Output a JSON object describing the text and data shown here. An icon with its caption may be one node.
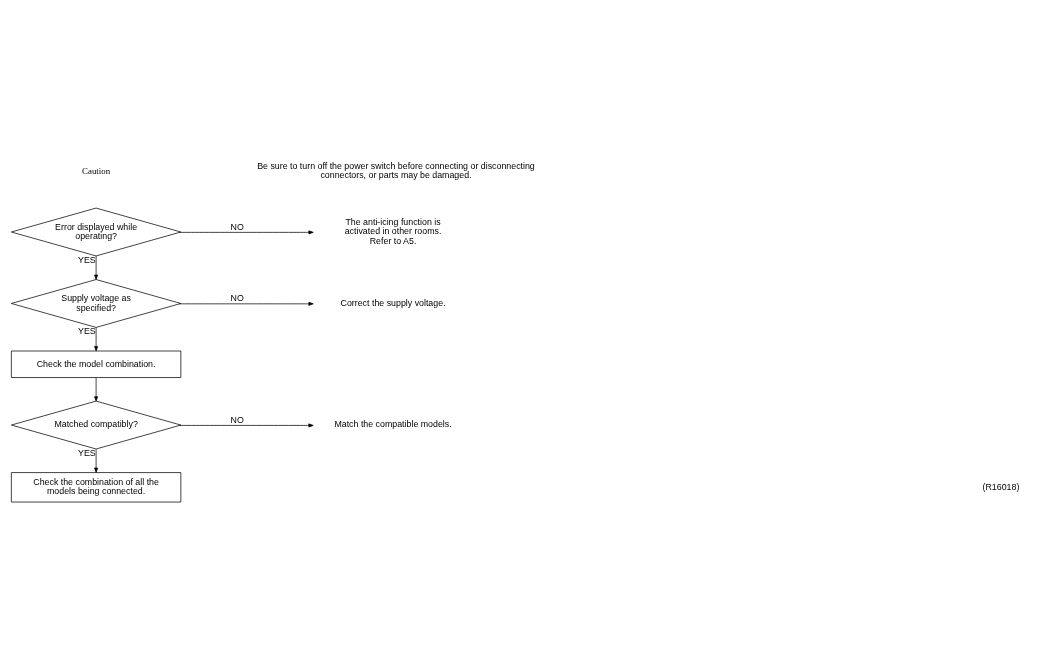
{
  "diagram": {
    "nodes": [
      {
        "text": [
          "Error displayed while operating?"
        ]
      },
      {
        "text": [
          "The anti-icing function is activated in other rooms. Refer to A5."
        ]
      },
      {
        "text": [
          "Supply voltage as specified?"
        ]
      },
      {
        "text": [
          "Correct the supply voltage."
        ]
      },
      {
        "text": [
          "Check the model combination."
        ]
      },
      {
        "text": [
          "Matched compatibly?"
        ]
      },
      {
        "text": [
          "Match the compatible models."
        ]
      },
      {
        "text": [
          "Check the combination of all the models being connected."
        ]
      }
    ],
    "edges": [
      {
        "from": 0,
        "to": 1,
        "arrow": "to",
        "label": "NO"
      },
      {
        "from": 0,
        "to": 2,
        "arrow": "to",
        "label": "YES"
      },
      {
        "from": 2,
        "to": 3,
        "arrow": "to",
        "label": "NO"
      },
      {
        "from": 2,
        "to": 4,
        "arrow": "to",
        "label": "YES"
      },
      {
        "from": 4,
        "to": 5,
        "arrow": "to"
      },
      {
        "from": 5,
        "to": 6,
        "arrow": "to",
        "label": "NO"
      },
      {
        "from": 5,
        "to": 7,
        "arrow": "to",
        "label": "YES"
      }
    ],
    "labels": [
      "Caution",
      "Be sure to turn off the power switch before connecting or disconnecting connectors, or parts may be damaged.",
      "(R16018)"
    ]
  }
}
